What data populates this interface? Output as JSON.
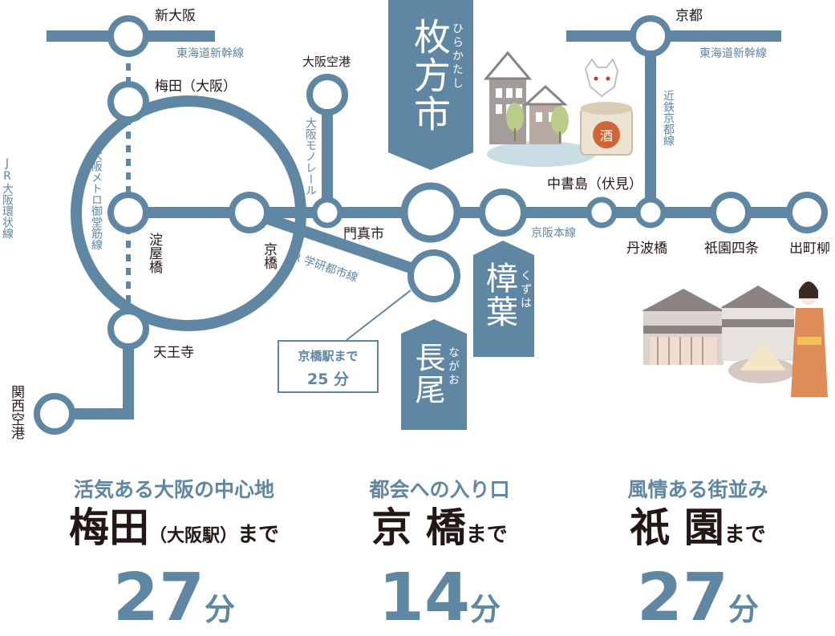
{
  "stations": {
    "shin_osaka": "新大阪",
    "umeda": "梅田（大阪）",
    "yodoyabashi": "淀屋橋",
    "kyobashi": "京橋",
    "tennoji": "天王寺",
    "kansai_airport": "関西空港",
    "osaka_airport": "大阪空港",
    "kadoma": "門真市",
    "chushojima": "中書島（伏見）",
    "tambabashi": "丹波橋",
    "gion_shijo": "祇園四条",
    "demachiyanagi": "出町柳",
    "kyoto": "京都"
  },
  "lines": {
    "shinkansen_left": "東海道新幹線",
    "shinkansen_right": "東海道新幹線",
    "loop": "JR大阪環状線",
    "midosuji": "大阪メトロ御堂筋線",
    "monorail": "大阪モノレール",
    "gakkentoshi": "JR 学研都市線",
    "keihan": "京阪本線",
    "kintetsu": "近鉄京都線"
  },
  "cities": {
    "hirakata": {
      "name": "枚方市",
      "reading": "ひらかたし"
    },
    "kuzuha": {
      "name": "樟葉",
      "reading": "くずは"
    },
    "nagao": {
      "name": "長尾",
      "reading": "ながお"
    }
  },
  "illustrations": {
    "sake_label": "酒"
  },
  "callout": {
    "line1": "京橋駅まで",
    "line2": "25 分"
  },
  "info": [
    {
      "tagline": "活気ある大阪の中心地",
      "dest": "梅田",
      "dest_note": "（大阪駅）",
      "made": "まで",
      "minutes": "27",
      "unit": "分"
    },
    {
      "tagline": "都会への入り口",
      "dest": "京 橋",
      "dest_note": "",
      "made": "まで",
      "minutes": "14",
      "unit": "分"
    },
    {
      "tagline": "風情ある街並み",
      "dest": "祇 園",
      "dest_note": "",
      "made": "まで",
      "minutes": "27",
      "unit": "分"
    }
  ],
  "colors": {
    "line": "#5f86a3",
    "text": "#231815"
  }
}
